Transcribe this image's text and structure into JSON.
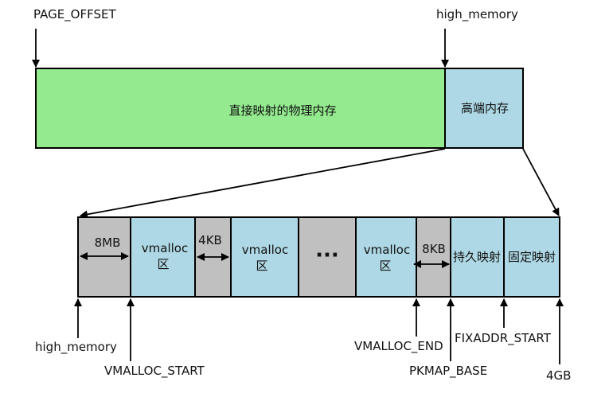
{
  "labels": {
    "page_offset": "PAGE_OFFSET",
    "high_memory_top": "high_memory",
    "high_memory_bottom": "high_memory",
    "vmalloc_start": "VMALLOC_START",
    "vmalloc_end": "VMALLOC_END",
    "fixaddr_start": "FIXADDR_START",
    "pkmap_base": "PKMAP_BASE",
    "end_4gb": "4GB"
  },
  "top_row": {
    "direct_mapped": "直接映射的物理内存",
    "high_mem": "高端内存"
  },
  "bottom_row": {
    "gap_8mb": "8MB",
    "vmalloc1_line1": "vmalloc",
    "vmalloc1_line2": "区",
    "gap_4kb": "4KB",
    "vmalloc2_line1": "vmalloc",
    "vmalloc2_line2": "区",
    "ellipsis": "···",
    "vmalloc3_line1": "vmalloc",
    "vmalloc3_line2": "区",
    "gap_8kb": "8KB",
    "persistent_map": "持久映射",
    "fixed_map": "固定映射"
  },
  "colors": {
    "green": "#94ea8e",
    "blue": "#aed8e5",
    "gray": "#c0c0c0"
  }
}
